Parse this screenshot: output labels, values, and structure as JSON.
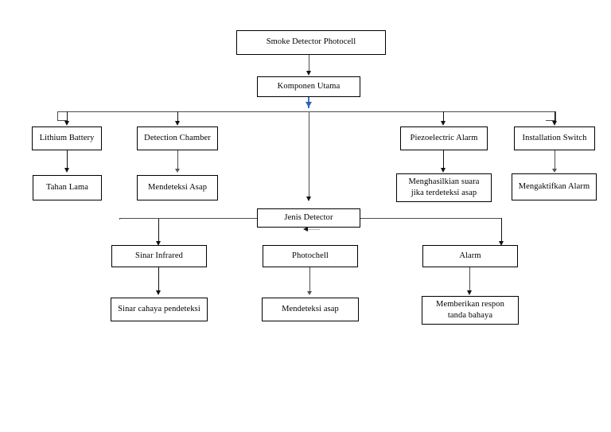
{
  "diagram": {
    "title": "Smoke Detector Photocell Flowchart",
    "colors": {
      "box_border": "#000000",
      "box_fill": "#ffffff",
      "connector": "#4d4d4d",
      "connector_dark": "#111111",
      "selection_accent": "#2f62b5",
      "page_background": "#ffffff"
    },
    "nodes": {
      "root": "Smoke Detector Photocell",
      "main_component": "Komponen Utama",
      "lithium_battery": "Lithium Battery",
      "lithium_battery_detail": "Tahan Lama",
      "detection_chamber": "Detection Chamber",
      "detection_chamber_detail": "Mendeteksi Asap",
      "piezoelectric_alarm": "Piezoelectric Alarm",
      "piezoelectric_alarm_detail": "Menghasilkian suara\njika terdeteksi asap",
      "installation_switch": "Installation Switch",
      "installation_switch_detail": "Mengaktifkan Alarm",
      "detector_type": "Jenis Detector",
      "sinar_infrared": "Sinar Infrared",
      "sinar_infrared_detail": "Sinar cahaya pendeteksi",
      "photochell": "Photochell",
      "photochell_detail": "Mendeteksi asap",
      "alarm": "Alarm",
      "alarm_detail": "Memberikan respon\ntanda bahaya"
    },
    "icons": {
      "arrow_down": "arrow-down-icon",
      "arrow_left": "arrow-left-icon",
      "selected_connector": "selected-connector-icon"
    }
  }
}
